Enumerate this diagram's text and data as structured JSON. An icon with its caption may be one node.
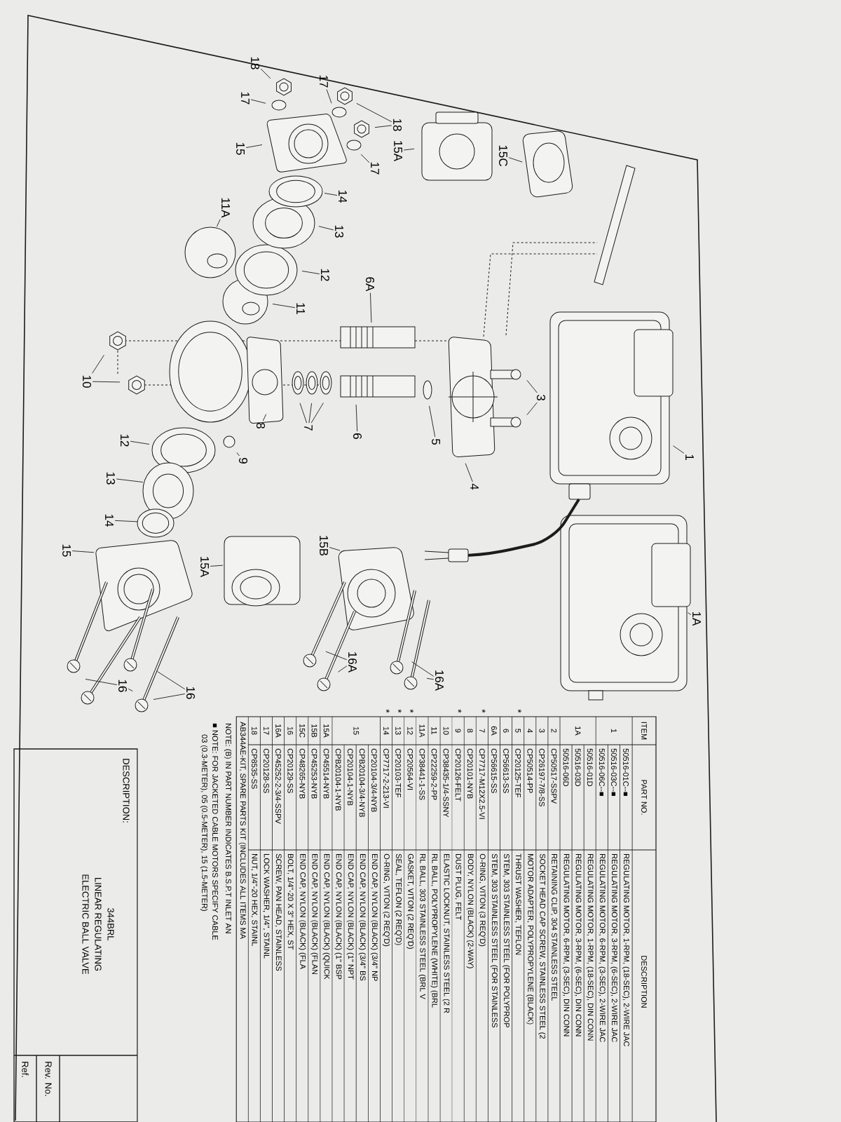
{
  "diagram": {
    "nodes": [
      {
        "text": [
          "18"
        ]
      },
      {
        "text": [
          "17"
        ]
      },
      {
        "text": [
          "15"
        ]
      },
      {
        "text": [
          "17"
        ]
      },
      {
        "text": [
          "18"
        ]
      },
      {
        "text": [
          "17"
        ]
      },
      {
        "text": [
          "15A"
        ]
      },
      {
        "text": [
          "15C"
        ]
      },
      {
        "text": [
          "14"
        ]
      },
      {
        "text": [
          "13"
        ]
      },
      {
        "text": [
          "11A"
        ]
      },
      {
        "text": [
          "12"
        ]
      },
      {
        "text": [
          "11"
        ]
      },
      {
        "text": [
          "6A"
        ]
      },
      {
        "text": [
          "10"
        ]
      },
      {
        "text": [
          "8"
        ]
      },
      {
        "text": [
          "7"
        ]
      },
      {
        "text": [
          "6"
        ]
      },
      {
        "text": [
          "5"
        ]
      },
      {
        "text": [
          "3"
        ]
      },
      {
        "text": [
          "4"
        ]
      },
      {
        "text": [
          "1"
        ]
      },
      {
        "text": [
          "9"
        ]
      },
      {
        "text": [
          "12"
        ]
      },
      {
        "text": [
          "13"
        ]
      },
      {
        "text": [
          "14"
        ]
      },
      {
        "text": [
          "15"
        ]
      },
      {
        "text": [
          "15A"
        ]
      },
      {
        "text": [
          "15B"
        ]
      },
      {
        "text": [
          "1A"
        ]
      },
      {
        "text": [
          "16"
        ]
      },
      {
        "text": [
          "16"
        ]
      },
      {
        "text": [
          "16A"
        ]
      },
      {
        "text": [
          "16A"
        ]
      }
    ],
    "edges": [
      {
        "from": 0,
        "to": null,
        "arrow": "none"
      },
      {
        "from": 1,
        "to": null,
        "arrow": "none"
      },
      {
        "from": 2,
        "to": null,
        "arrow": "none"
      },
      {
        "from": 3,
        "to": null,
        "arrow": "none"
      },
      {
        "from": 4,
        "to": null,
        "arrow": "none"
      },
      {
        "from": 4,
        "to": null,
        "arrow": "none"
      },
      {
        "from": 5,
        "to": null,
        "arrow": "none"
      },
      {
        "from": 6,
        "to": null,
        "arrow": "none"
      },
      {
        "from": 7,
        "to": null,
        "arrow": "none"
      },
      {
        "from": 8,
        "to": null,
        "arrow": "none"
      },
      {
        "from": 9,
        "to": null,
        "arrow": "none"
      },
      {
        "from": 10,
        "to": null,
        "arrow": "none"
      },
      {
        "from": 11,
        "to": null,
        "arrow": "none"
      },
      {
        "from": 12,
        "to": null,
        "arrow": "none"
      },
      {
        "from": 13,
        "to": null,
        "arrow": "none"
      },
      {
        "from": 14,
        "to": null,
        "arrow": "none"
      },
      {
        "from": 14,
        "to": null,
        "arrow": "none"
      },
      {
        "from": 15,
        "to": null,
        "arrow": "none"
      },
      {
        "from": 16,
        "to": null,
        "arrow": "none"
      },
      {
        "from": 16,
        "to": null,
        "arrow": "none"
      },
      {
        "from": 16,
        "to": null,
        "arrow": "none"
      },
      {
        "from": 17,
        "to": null,
        "arrow": "none"
      },
      {
        "from": 18,
        "to": null,
        "arrow": "none"
      },
      {
        "from": 19,
        "to": null,
        "arrow": "none"
      },
      {
        "from": 19,
        "to": null,
        "arrow": "none"
      },
      {
        "from": 20,
        "to": null,
        "arrow": "none"
      },
      {
        "from": 21,
        "to": null,
        "arrow": "none"
      },
      {
        "from": 22,
        "to": null,
        "arrow": "none"
      },
      {
        "from": 23,
        "to": null,
        "arrow": "none"
      },
      {
        "from": 24,
        "to": null,
        "arrow": "none"
      },
      {
        "from": 25,
        "to": null,
        "arrow": "none"
      },
      {
        "from": 26,
        "to": null,
        "arrow": "none"
      },
      {
        "from": 27,
        "to": null,
        "arrow": "none"
      },
      {
        "from": 28,
        "to": null,
        "arrow": "none"
      },
      {
        "from": 29,
        "to": null,
        "arrow": "none"
      },
      {
        "from": 30,
        "to": null,
        "arrow": "none"
      },
      {
        "from": 30,
        "to": null,
        "arrow": "none"
      },
      {
        "from": 31,
        "to": null,
        "arrow": "none"
      },
      {
        "from": 31,
        "to": null,
        "arrow": "none"
      },
      {
        "from": 32,
        "to": null,
        "arrow": "none"
      },
      {
        "from": 32,
        "to": null,
        "arrow": "none"
      },
      {
        "from": 33,
        "to": null,
        "arrow": "none"
      },
      {
        "from": 33,
        "to": null,
        "arrow": "none"
      }
    ],
    "labels": [
      "ITEM",
      "PART NO.",
      "DESCRIPTION",
      "1",
      "50516-01C--■",
      "REGULATING MOTOR, 1-RPM, (18-SEC), 2-WIRE JAC",
      "50516-03C--■",
      "REGULATING MOTOR, 3-RPM, (6-SEC), 2-WIRE JAC",
      "50516-06C--■",
      "REGULATING MOTOR, 6-RPM, (3-SEC), 2-WIRE JAC",
      "1A",
      "50516-01D",
      "REGULATING MOTOR, 1-RPM, (18-SEC), DIN CONN",
      "50516-03D",
      "REGULATING MOTOR, 3-RPM, (6-SEC), DIN CONN",
      "50516-06D",
      "REGULATING MOTOR, 6-RPM, (3-SEC), DIN CONN",
      "2",
      "CP50517-SSPV",
      "RETAINING CLIP, 304 STAINLESS STEEL",
      "3",
      "CP26197-7/8-SS",
      "SOCKET HEAD CAP SCREW, STAINLESS STEEL (2",
      "4",
      "CP50514-PP",
      "MOTOR ADAPTER, POLYPROPYLENE (BLACK)",
      "*",
      "5",
      "CP20125-TEF",
      "THRUST WASHER, TEFLON",
      "6",
      "CP56613-SS",
      "STEM, 303 STAINLESS STEEL (FOR POLYPROP",
      "6A",
      "CP56615-SS",
      "STEM, 303 STAINLESS STEEL (FOR STAINLESS",
      "*",
      "7",
      "CP7717-M12X2.5-VI",
      "O-RING, VITON (3 REQ'D)",
      "8",
      "CP20101-NYB",
      "BODY, NYLON (BLACK) (2-WAY)",
      "*",
      "9",
      "CP20126-FELT",
      "DUST PLUG, FELT",
      "10",
      "CP38435-1/4-SSNY",
      "ELASTIC LOCKNUT, STAINLESS STEEL (2 R",
      "11",
      "CP22259-2-PP",
      "RL BALL, POLYPROPYLENE (WHITE) (BRL",
      "11A",
      "CP38441-1-SS",
      "RL BALL, 303 STAINLESS STEEL (BRL V",
      "*",
      "12",
      "CP20564-VI",
      "GASKET, VITON (2 REQ'D)",
      "*",
      "13",
      "CP20103-TEF",
      "SEAL, TEFLON (2 REQ'D)",
      "*",
      "14",
      "CP7717-2-213-VI",
      "O-RING, VITON (2 REQ'D)",
      "15",
      "CP20104-3/4-NYB",
      "END CAP, NYLON (BLACK) (3/4\" NP",
      "CPB20104-3/4-NYB",
      "END CAP, NYLON (BLACK) (3/4\" BS",
      "CP20104-1-NYB",
      "END CAP, NYLON (BLACK) (1\" NPT",
      "CPB20104-1-NYB",
      "END CAP, NYLON (BLACK) (1\" BSP",
      "15A",
      "CP45514-NYB",
      "END CAP, NYLON (BLACK) (QUICK",
      "15B",
      "CP45253-NYB",
      "END CAP, NYLON (BLACK) (FLAN",
      "15C",
      "CP48265-NYB",
      "END CAP, NYLON (BLACK) (FLA",
      "16",
      "CP20129-SS",
      "BOLT, 1/4\"-20 X 3\" HEX, ST",
      "16A",
      "CP45252-2-3/4-SSPV",
      "SCREW, PAN HEAD, STAINLESS",
      "17",
      "CP20128-SS",
      "LOCK WASHER, 1/4\", STAINL",
      "18",
      "CP8535-SS",
      "NUT, 1/4\"-20 HEX, STAINL",
      "AB344AE-KIT, SPARE PARTS KIT (INCLUDES ALL ITEMS MA",
      "NOTE: (B) IN PART NUMBER INDICATES B.S.P.T INLET AN",
      "■ NOTE: FOR JACKETED CABLE MOTORS SPECIFY CABLE",
      "03 (0.3-METER), 05 (0.5-METER), 15 (1.5-METER)",
      "DESCRIPTION:",
      "344BRL",
      "LINEAR REGULATING",
      "ELECTRIC BALL VALVE",
      "Rev. No.",
      "Ref."
    ]
  }
}
